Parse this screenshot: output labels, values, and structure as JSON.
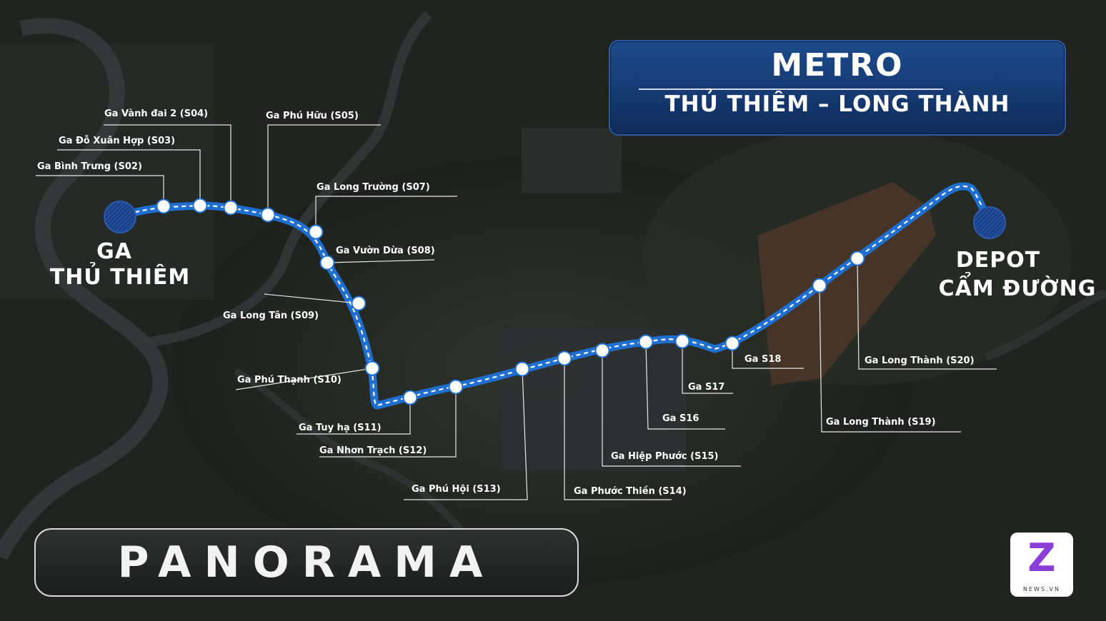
{
  "title": {
    "main": "METRO",
    "sub": "THỦ THIÊM – LONG THÀNH"
  },
  "start_label": {
    "line1": "GA",
    "line2": "THỦ THIÊM"
  },
  "end_label": {
    "line1": "DEPOT",
    "line2": "CẨM ĐƯỜNG"
  },
  "stations": [
    {
      "code": "S02",
      "label": "Ga Bình Trưng (S02)"
    },
    {
      "code": "S03",
      "label": "Ga Đỗ Xuân Hợp (S03)"
    },
    {
      "code": "S04",
      "label": "Ga Vành đai 2 (S04)"
    },
    {
      "code": "S05",
      "label": "Ga Phú Hữu (S05)"
    },
    {
      "code": "S07",
      "label": "Ga Long Trường (S07)"
    },
    {
      "code": "S08",
      "label": "Ga Vườn Dừa (S08)"
    },
    {
      "code": "S09",
      "label": "Ga Long Tân (S09)"
    },
    {
      "code": "S10",
      "label": "Ga Phú Thạnh (S10)"
    },
    {
      "code": "S11",
      "label": "Ga Tuy hạ (S11)"
    },
    {
      "code": "S12",
      "label": "Ga Nhơn Trạch (S12)"
    },
    {
      "code": "S13",
      "label": "Ga Phú Hội (S13)"
    },
    {
      "code": "S14",
      "label": "Ga Phước Thiền (S14)"
    },
    {
      "code": "S15",
      "label": "Ga Hiệp Phước (S15)"
    },
    {
      "code": "S16",
      "label": "Ga S16"
    },
    {
      "code": "S17",
      "label": "Ga S17"
    },
    {
      "code": "S18",
      "label": "Ga S18"
    },
    {
      "code": "S19",
      "label": "Ga Long Thành (S19)"
    },
    {
      "code": "S20",
      "label": "Ga Long Thành (S20)"
    }
  ],
  "brand": {
    "panorama": "PANORAMA",
    "znews_mark": "Z",
    "znews_site": "NEWS.VN"
  },
  "colors": {
    "line": "#1e6fd0",
    "title_bg": "#163a72",
    "terminal": "#1a3f86",
    "znews": "#8a3fd8"
  }
}
